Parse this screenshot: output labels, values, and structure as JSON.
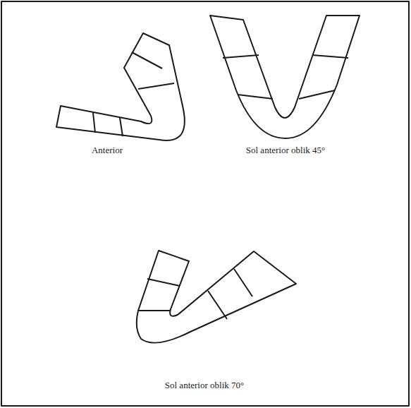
{
  "diagram": {
    "labels": [
      "Anterior",
      "Sol anterior oblik 45°",
      "Sol anterior oblik 70°"
    ]
  }
}
